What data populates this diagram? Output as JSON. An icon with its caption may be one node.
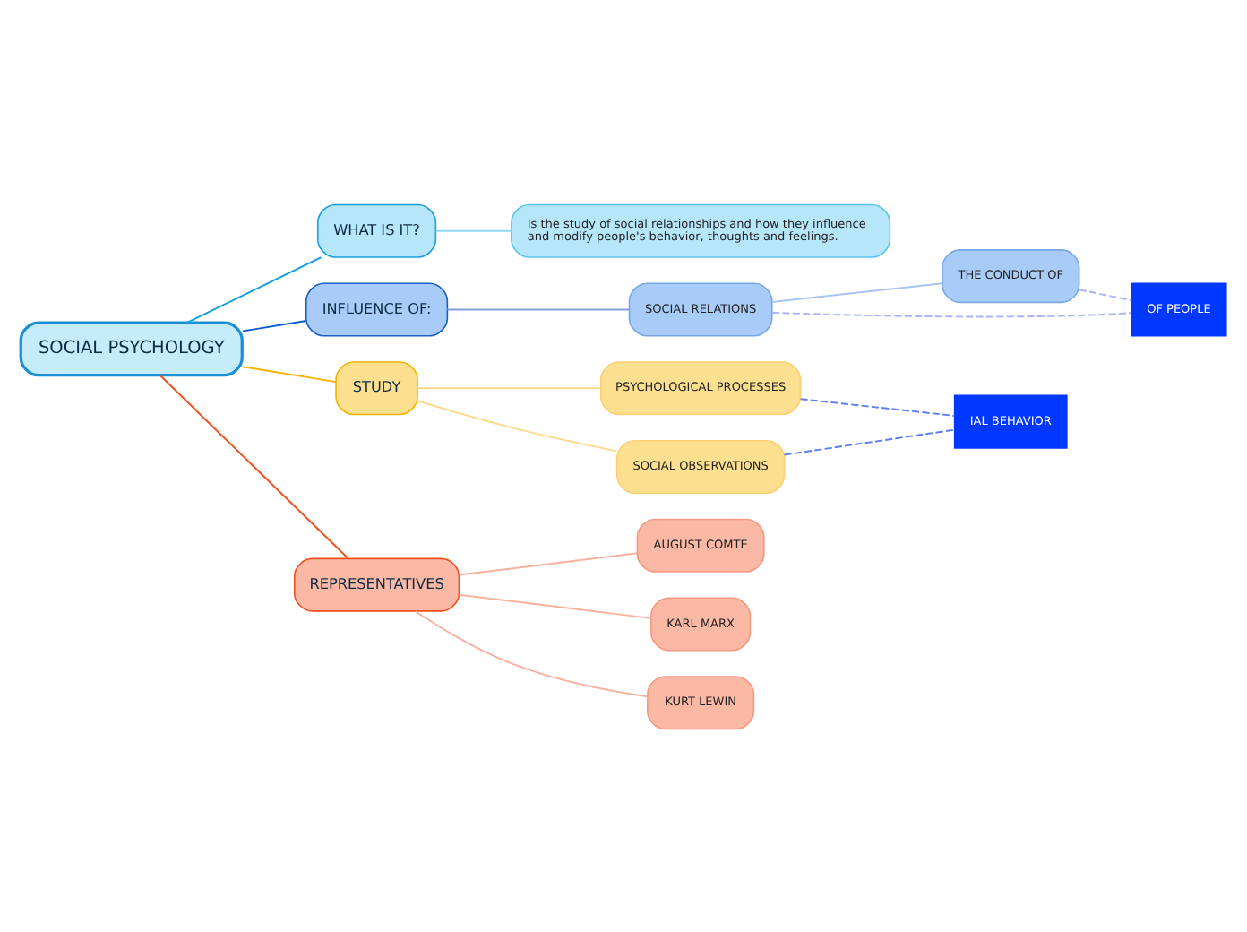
{
  "diagram": {
    "nodes": [
      {
        "text": [
          "SOCIAL PSYCHOLOGY"
        ]
      },
      {
        "text": [
          "WHAT IS IT?"
        ]
      },
      {
        "text": [
          "Is the study of social relationships and how they influence and modify people's behavior, thoughts and feelings."
        ]
      },
      {
        "text": [
          "INFLUENCE OF:"
        ]
      },
      {
        "text": [
          "SOCIAL RELATIONS"
        ]
      },
      {
        "text": [
          "THE CONDUCT OF"
        ]
      },
      {
        "text": [
          "OF PEOPLE"
        ]
      },
      {
        "text": [
          "STUDY"
        ]
      },
      {
        "text": [
          "PSYCHOLOGICAL PROCESSES"
        ]
      },
      {
        "text": [
          "SOCIAL OBSERVATIONS"
        ]
      },
      {
        "text": [
          "IAL BEHAVIOR"
        ]
      },
      {
        "text": [
          "REPRESENTATIVES"
        ]
      },
      {
        "text": [
          "AUGUST COMTE"
        ]
      },
      {
        "text": [
          "KARL MARX"
        ]
      },
      {
        "text": [
          "KURT LEWIN"
        ]
      }
    ],
    "edges": [
      {
        "from": 0,
        "to": 1,
        "arrow": "none",
        "color": "#0f9ee0"
      },
      {
        "from": 1,
        "to": 2,
        "arrow": "none",
        "color": "#8fd6f5"
      },
      {
        "from": 0,
        "to": 3,
        "arrow": "none",
        "color": "#0b5fd1"
      },
      {
        "from": 3,
        "to": 4,
        "arrow": "none",
        "color": "#7fa0d8"
      },
      {
        "from": 4,
        "to": 5,
        "arrow": "none",
        "color": "#a8c4f0"
      },
      {
        "from": 4,
        "to": 6,
        "arrow": "none",
        "style": "dashed",
        "color": "#a9b4f5"
      },
      {
        "from": 5,
        "to": 6,
        "arrow": "none",
        "style": "dashed",
        "color": "#a9b4f5"
      },
      {
        "from": 0,
        "to": 7,
        "arrow": "none",
        "color": "#f5b400"
      },
      {
        "from": 7,
        "to": 8,
        "arrow": "none",
        "color": "#fbd98a"
      },
      {
        "from": 7,
        "to": 9,
        "arrow": "none",
        "color": "#fbd98a"
      },
      {
        "from": 8,
        "to": 10,
        "arrow": "none",
        "style": "dashed",
        "color": "#5f7ef0"
      },
      {
        "from": 9,
        "to": 10,
        "arrow": "none",
        "style": "dashed",
        "color": "#5f7ef0"
      },
      {
        "from": 0,
        "to": 11,
        "arrow": "none",
        "color": "#f2501e"
      },
      {
        "from": 11,
        "to": 12,
        "arrow": "none",
        "color": "#f8b0a0"
      },
      {
        "from": 11,
        "to": 13,
        "arrow": "none",
        "color": "#f8b0a0"
      },
      {
        "from": 11,
        "to": 14,
        "arrow": "none",
        "color": "#f8b0a0"
      }
    ]
  }
}
